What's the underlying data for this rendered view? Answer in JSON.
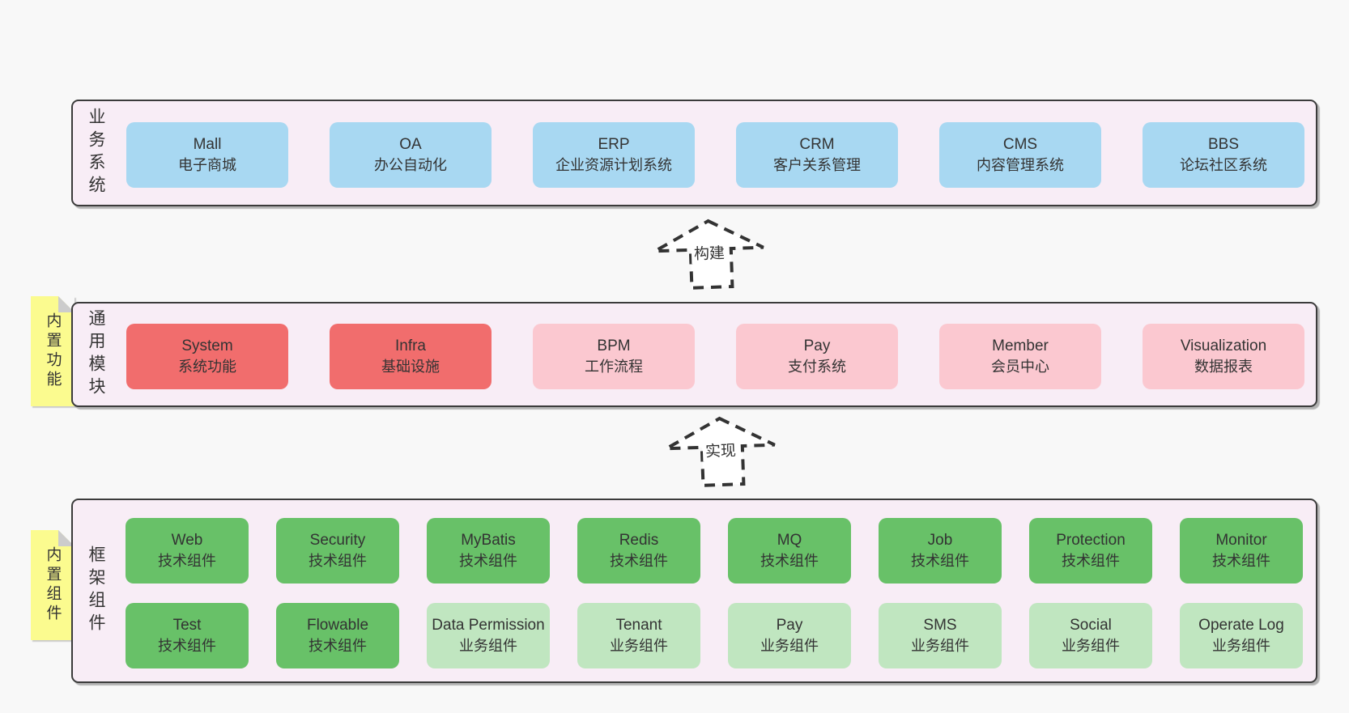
{
  "colors": {
    "page_background": "#f8f8f8",
    "container_fill": "#f8edf6",
    "container_border": "#3b3b3b",
    "box_blue": "#a8d8f2",
    "box_red": "#f16d6d",
    "box_pink": "#fbc8d0",
    "box_green": "#68c168",
    "box_lightgreen": "#c0e6c0",
    "sticky_yellow": "#fbfb8f",
    "sticky_fold_gray": "#cccccc",
    "text": "#333333"
  },
  "arrows": [
    {
      "label": "构建"
    },
    {
      "label": "实现"
    }
  ],
  "layers": [
    {
      "label": "业务系统",
      "boxes": [
        {
          "title": "Mall",
          "subtitle": "电子商城"
        },
        {
          "title": "OA",
          "subtitle": "办公自动化"
        },
        {
          "title": "ERP",
          "subtitle": "企业资源计划系统"
        },
        {
          "title": "CRM",
          "subtitle": "客户关系管理"
        },
        {
          "title": "CMS",
          "subtitle": "内容管理系统"
        },
        {
          "title": "BBS",
          "subtitle": "论坛社区系统"
        }
      ]
    },
    {
      "label": "通用模块",
      "tag": "内置功能",
      "boxes": [
        {
          "title": "System",
          "subtitle": "系统功能"
        },
        {
          "title": "Infra",
          "subtitle": "基础设施"
        },
        {
          "title": "BPM",
          "subtitle": "工作流程"
        },
        {
          "title": "Pay",
          "subtitle": "支付系统"
        },
        {
          "title": "Member",
          "subtitle": "会员中心"
        },
        {
          "title": "Visualization",
          "subtitle": "数据报表"
        }
      ]
    },
    {
      "label": "框架组件",
      "tag": "内置组件",
      "rows": [
        [
          {
            "title": "Web",
            "subtitle": "技术组件"
          },
          {
            "title": "Security",
            "subtitle": "技术组件"
          },
          {
            "title": "MyBatis",
            "subtitle": "技术组件"
          },
          {
            "title": "Redis",
            "subtitle": "技术组件"
          },
          {
            "title": "MQ",
            "subtitle": "技术组件"
          },
          {
            "title": "Job",
            "subtitle": "技术组件"
          },
          {
            "title": "Protection",
            "subtitle": "技术组件"
          },
          {
            "title": "Monitor",
            "subtitle": "技术组件"
          }
        ],
        [
          {
            "title": "Test",
            "subtitle": "技术组件"
          },
          {
            "title": "Flowable",
            "subtitle": "技术组件"
          },
          {
            "title": "Data Permission",
            "subtitle": "业务组件"
          },
          {
            "title": "Tenant",
            "subtitle": "业务组件"
          },
          {
            "title": "Pay",
            "subtitle": "业务组件"
          },
          {
            "title": "SMS",
            "subtitle": "业务组件"
          },
          {
            "title": "Social",
            "subtitle": "业务组件"
          },
          {
            "title": "Operate Log",
            "subtitle": "业务组件"
          }
        ]
      ]
    }
  ]
}
